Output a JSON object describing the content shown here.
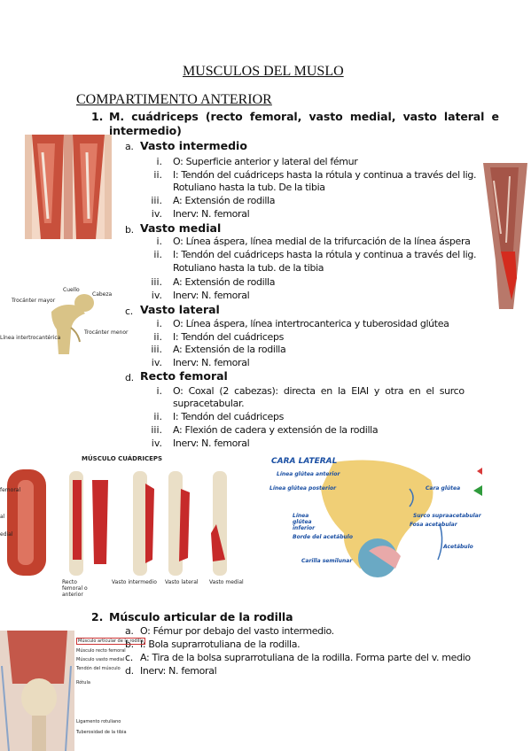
{
  "title": "MUSCULOS DEL MUSLO",
  "section": "COMPARTIMENTO ANTERIOR",
  "item1": {
    "num": "1.",
    "line1": "M. cuádriceps (recto femoral, vasto medial, vasto lateral e",
    "line2": "intermedio)",
    "a": {
      "letter": "a.",
      "name": "Vasto intermedio",
      "i": "O: Superficie anterior y lateral del fémur",
      "ii_1": "I: Tendón del cuádriceps hasta la rótula y continua a través del lig.",
      "ii_2": "Rotuliano hasta la tub. De la tibia",
      "iii": "A: Extensión de rodilla",
      "iv": "Inerv: N. femoral"
    },
    "b": {
      "letter": "b.",
      "name": "Vasto medial",
      "i": "O: Línea áspera, línea medial de la trifurcación de la línea áspera",
      "ii_1": "I: Tendón del cuádriceps hasta la rótula y continua a través del lig.",
      "ii_2": "Rotuliano hasta la tub. de la tibia",
      "iii": "A: Extensión de rodilla",
      "iv": "Inerv: N. femoral"
    },
    "c": {
      "letter": "c.",
      "name": "Vasto lateral",
      "i": "O: Línea áspera, línea intertrocanterica y tuberosidad glútea",
      "ii": "I: Tendón del cuádriceps",
      "iii": "A: Extensión de la rodilla",
      "iv": "Inerv: N. femoral"
    },
    "d": {
      "letter": "d.",
      "name": "Recto femoral",
      "i_1": "O: Coxal (2 cabezas): directa en la EIAI y otra en el surco",
      "i_2": "supracetabular.",
      "ii": "I: Tendón del cuádriceps",
      "iii": "A: Flexión de cadera y extensión de la rodilla",
      "iv": "Inerv: N. femoral"
    }
  },
  "roman": [
    "i.",
    "ii.",
    "iii.",
    "iv."
  ],
  "item2": {
    "num": "2.",
    "name": "Músculo articular de la rodilla",
    "a_letter": "a.",
    "a": "O: Fémur por debajo del vasto intermedio.",
    "b_letter": "b.",
    "b": "I: Bola suprarrotuliana de la rodilla.",
    "c_letter": "c.",
    "c": "A: Tira de la bolsa suprarrotuliana de la rodilla. Forma parte del v. medio",
    "d_letter": "d.",
    "d": "Inerv: N. femoral"
  },
  "femur_labels": {
    "cuello": "Cuello",
    "cabeza": "Cabeza",
    "trocanter_mayor": "Trocánter mayor",
    "trocanter_menor": "Trocánter menor",
    "linea": "Línea intertrocantérica"
  },
  "quad_figure": {
    "title": "MÚSCULO CUÁDRICEPS",
    "left_labels": [
      "femoral",
      "al",
      "edial"
    ],
    "captions": [
      "Recto femoral o anterior",
      "Vasto intermedio",
      "Vasto lateral",
      "Vasto medial"
    ]
  },
  "hip_figure": {
    "title": "CARA LATERAL",
    "labels": [
      "Línea glútea anterior",
      "Línea glútea posterior",
      "Cara glútea",
      "Línea glútea inferior",
      "Surco supraacetabular",
      "Fosa acetabular",
      "Borde del acetábulo",
      "Acetábulo",
      "Carilla semilunar"
    ]
  },
  "knee_figure": {
    "highlight": "Músculo articular de la rodilla",
    "labels": [
      "Músculo recto femoral",
      "Músculo vasto medial",
      "Tendón del músculo",
      "Rótula",
      "Ligamento rotuliano",
      "Tuberosidad de la tibia"
    ]
  }
}
